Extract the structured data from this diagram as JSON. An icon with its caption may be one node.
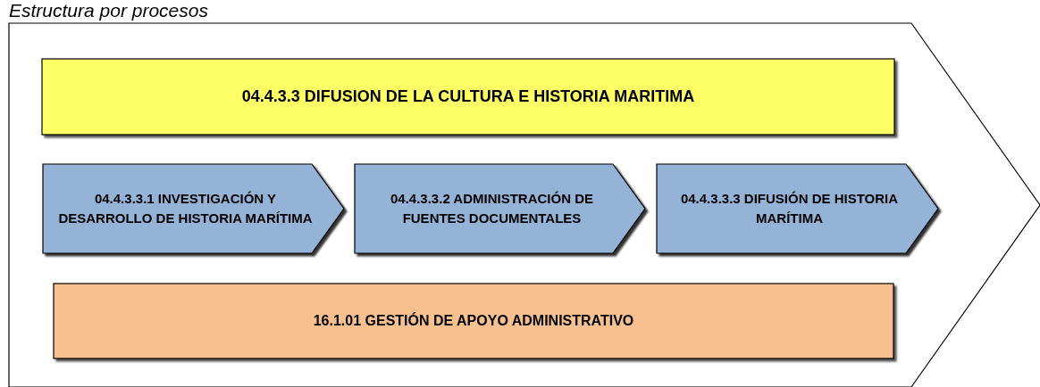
{
  "diagram": {
    "title": "Estructura por procesos",
    "nodes": [
      {
        "text": [],
        "shape": "arrow"
      },
      {
        "text": [
          "04.4.3.3 DIFUSION DE LA CULTURA E HISTORIA MARITIMA"
        ],
        "in": 0
      },
      {
        "text": [
          "04.4.3.3.1 INVESTIGACIÓN Y DESARROLLO DE HISTORIA MARÍTIMA"
        ],
        "in": 0
      },
      {
        "text": [
          "04.4.3.3.2 ADMINISTRACIÓN DE FUENTES DOCUMENTALES"
        ],
        "in": 0
      },
      {
        "text": [
          "04.4.3.3.3 DIFUSIÓN DE HISTORIA MARÍTIMA"
        ],
        "in": 0
      },
      {
        "text": [
          "16.1.01 GESTIÓN DE APOYO ADMINISTRATIVO"
        ],
        "in": 0
      }
    ]
  }
}
